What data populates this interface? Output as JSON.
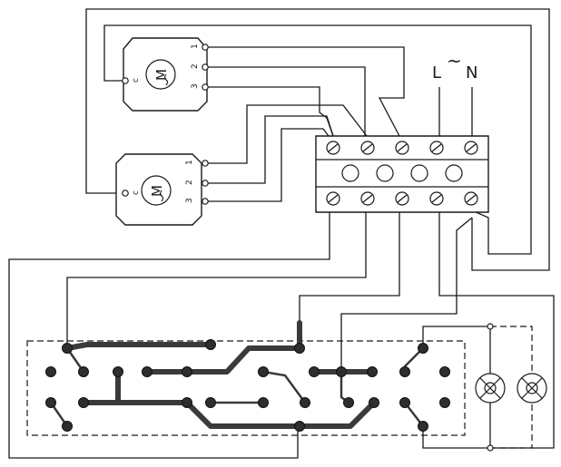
{
  "motor_top": {
    "common": "c",
    "symbol": "M",
    "t1": "1",
    "t2": "2",
    "t3": "3"
  },
  "motor_bottom": {
    "common": "c",
    "symbol": "M",
    "t1": "1",
    "t2": "2",
    "t3": "3"
  },
  "supply": {
    "live": "L",
    "ac": "~",
    "neutral": "N"
  },
  "terminal_block": {
    "positions": 5
  },
  "lamps": {
    "count": 2
  }
}
